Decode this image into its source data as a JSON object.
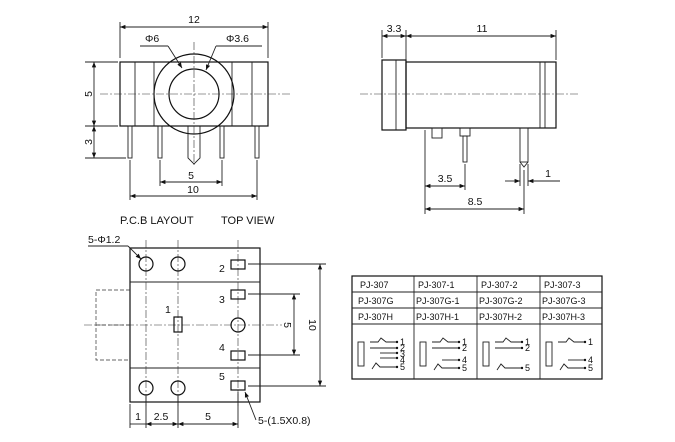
{
  "front_view": {
    "width_label": "12",
    "outer_dia_label": "Φ6",
    "inner_dia_label": "Φ3.6",
    "height_label": "5",
    "pin_height_label": "3",
    "pin_spacing_label": "5",
    "pin_outer_label": "10"
  },
  "side_view": {
    "front_depth_label": "3.3",
    "body_length_label": "11",
    "pin_pos_a_label": "3.5",
    "pin_pos_b_label": "8.5",
    "pin_width_label": "1"
  },
  "pcb_view": {
    "title_left": "P.C.B LAYOUT",
    "title_right": "TOP VIEW",
    "round_hole_label": "5-Φ1.2",
    "slot_label": "5-(1.5X0.8)",
    "pad_numbers": [
      "1",
      "2",
      "3",
      "4",
      "5"
    ],
    "dim_5": "5",
    "dim_10": "10",
    "dim_bottom": [
      "1",
      "2.5",
      "5"
    ]
  },
  "model_table": {
    "rows": [
      [
        "PJ-307",
        "PJ-307-1",
        "PJ-307-2",
        "PJ-307-3"
      ],
      [
        "PJ-307G",
        "PJ-307G-1",
        "PJ-307G-2",
        "PJ-307G-3"
      ],
      [
        "PJ-307H",
        "PJ-307H-1",
        "PJ-307H-2",
        "PJ-307H-3"
      ]
    ],
    "schematics": [
      [
        "1",
        "2",
        "3",
        "4",
        "5"
      ],
      [
        "1",
        "2",
        "4",
        "5"
      ],
      [
        "1",
        "2",
        "5"
      ],
      [
        "1",
        "4",
        "5"
      ]
    ]
  }
}
